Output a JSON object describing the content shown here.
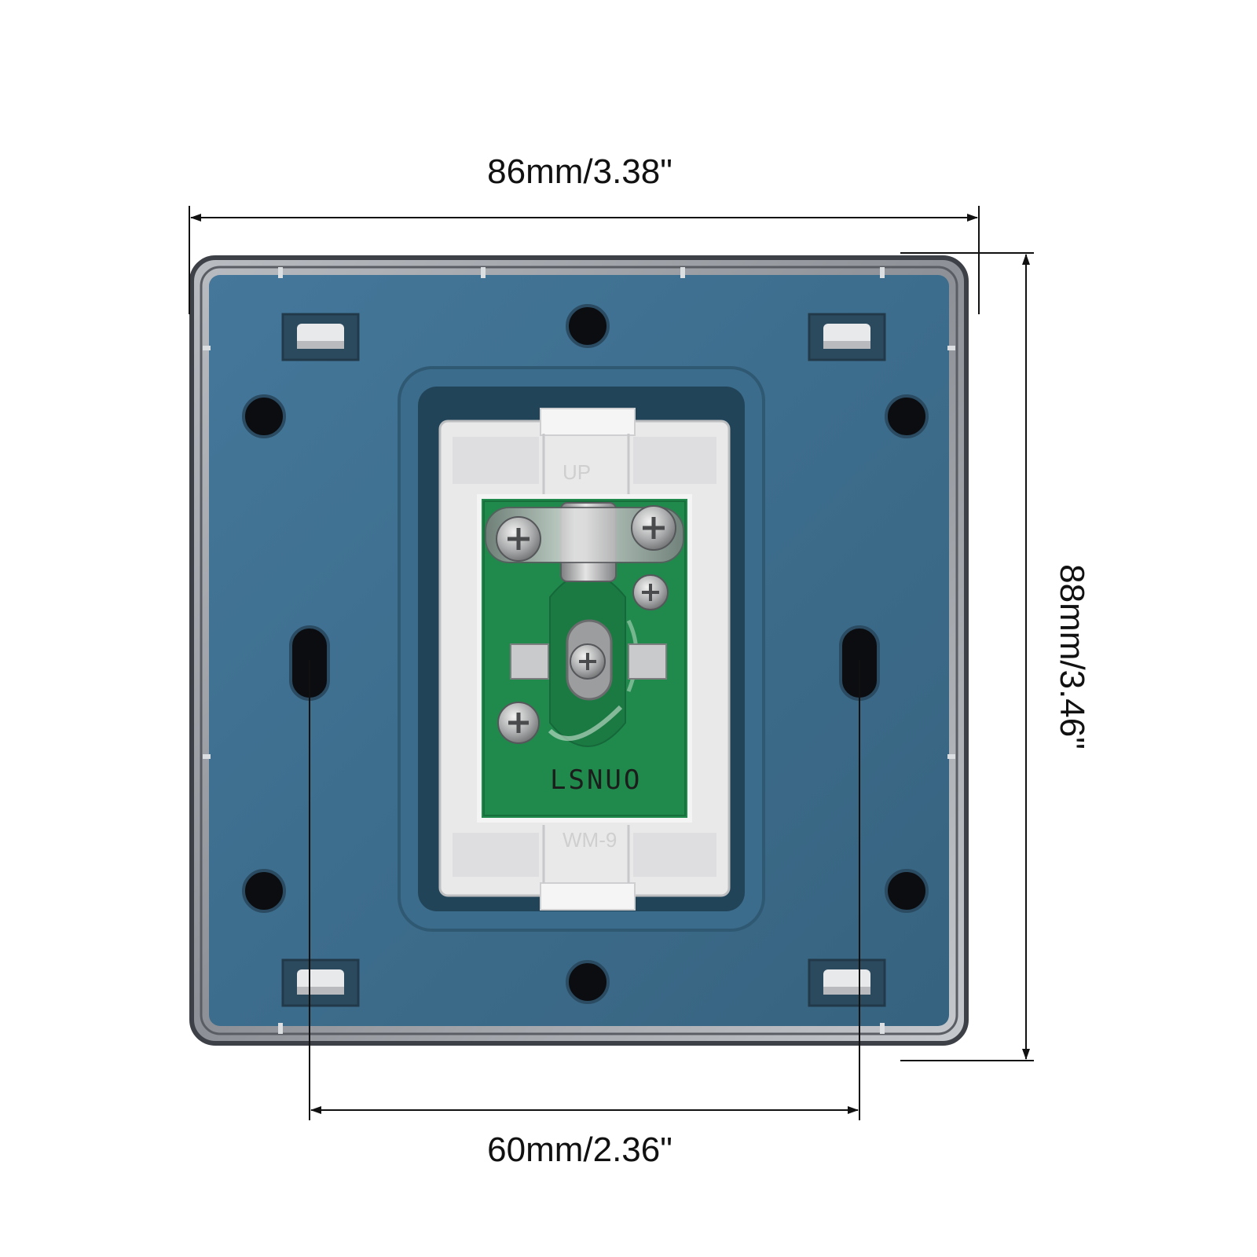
{
  "dimensions": {
    "width_label": "86mm/3.38\"",
    "height_label": "88mm/3.46\"",
    "hole_spacing_label": "60mm/2.36\""
  },
  "markings": {
    "pcb_brand": "LSNUO",
    "mold_top": "UP",
    "mold_bottom": "WM-9"
  },
  "colors": {
    "frame": "#9a9ea3",
    "frame_dark": "#4a4e54",
    "backplate": "#3f6f8f",
    "pcb": "#1f8a4c",
    "module": "#ececec",
    "dimension_line": "#111111"
  }
}
